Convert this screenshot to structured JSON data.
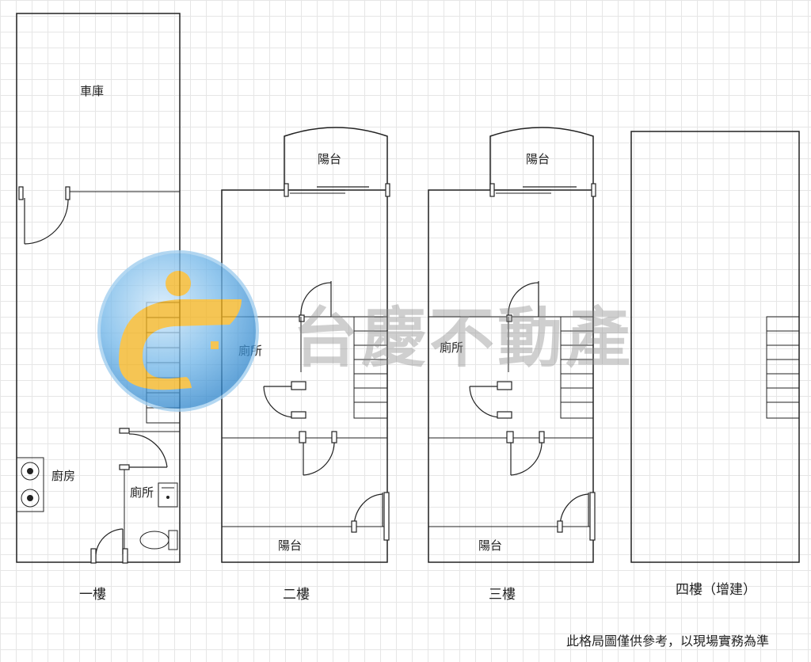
{
  "floors": [
    {
      "label": "一樓",
      "rooms": [
        "車庫",
        "廚房",
        "廁所"
      ]
    },
    {
      "label": "二樓",
      "rooms": [
        "陽台",
        "廁所",
        "陽台"
      ]
    },
    {
      "label": "三樓",
      "rooms": [
        "陽台",
        "廁所",
        "陽台"
      ]
    },
    {
      "label": "四樓（增建）",
      "rooms": []
    }
  ],
  "watermark": {
    "text": "台慶不動產",
    "colors": {
      "logo_blue": "#4a9fd8",
      "logo_gold": "#f2b21c"
    }
  },
  "footnote": "此格局圖僅供參考，以現場實務為準",
  "colors": {
    "line": "#222222",
    "grid": "#e6e6e6"
  }
}
